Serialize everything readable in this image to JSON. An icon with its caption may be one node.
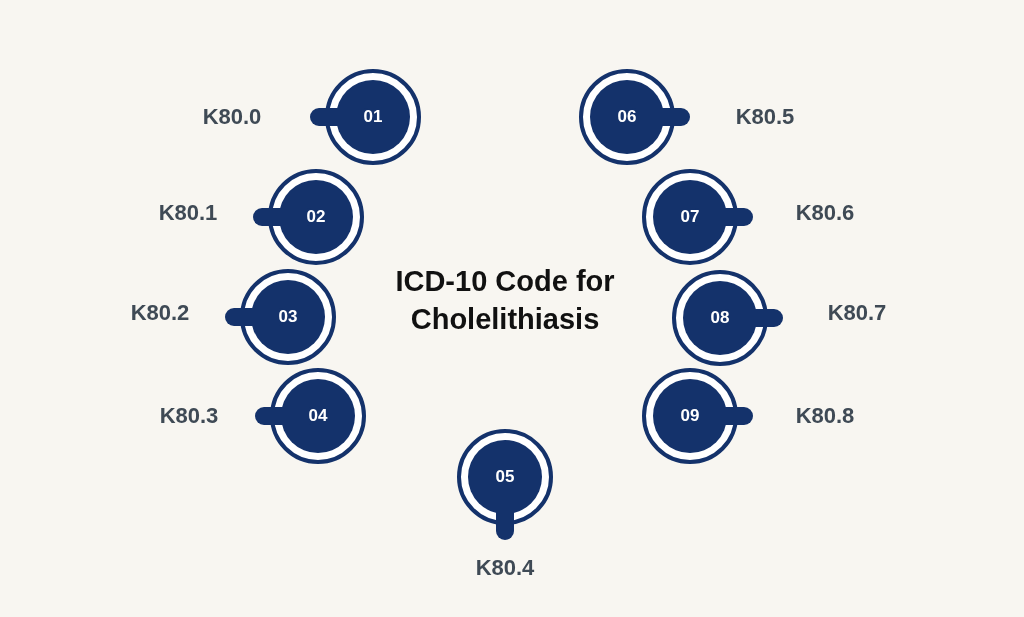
{
  "diagram": {
    "title": "ICD-10 Code for Cholelithiasis",
    "nodes": [
      {
        "text": [
          "01"
        ],
        "beside": [
          "K80.0"
        ]
      },
      {
        "text": [
          "02"
        ],
        "beside": [
          "K80.1"
        ]
      },
      {
        "text": [
          "03"
        ],
        "beside": [
          "K80.2"
        ]
      },
      {
        "text": [
          "04"
        ],
        "beside": [
          "K80.3"
        ]
      },
      {
        "text": [
          "05"
        ],
        "beside": [
          "K80.4"
        ]
      },
      {
        "text": [
          "06"
        ],
        "beside": [
          "K80.5"
        ]
      },
      {
        "text": [
          "07"
        ],
        "beside": [
          "K80.6"
        ]
      },
      {
        "text": [
          "08"
        ],
        "beside": [
          "K80.7"
        ]
      },
      {
        "text": [
          "09"
        ],
        "beside": [
          "K80.8"
        ]
      }
    ]
  }
}
